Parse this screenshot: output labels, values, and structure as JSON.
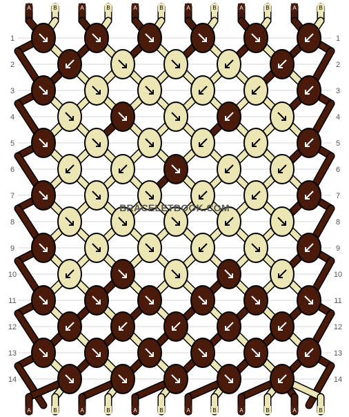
{
  "watermark": "BRACELETBOOK.COM",
  "colors": {
    "A": "#4a1a0a",
    "B": "#ece6b4",
    "grid": "#d4d4d4",
    "text": "#555555"
  },
  "top_labels": [
    "A",
    "B",
    "A",
    "B",
    "A",
    "B",
    "A",
    "B",
    "A",
    "B",
    "A",
    "B"
  ],
  "bottom_labels": [
    "A",
    "B",
    "A",
    "B",
    "A",
    "B",
    "A",
    "B",
    "A",
    "B",
    "A",
    "B"
  ],
  "row_labels": [
    "1",
    "2",
    "3",
    "4",
    "5",
    "6",
    "7",
    "8",
    "9",
    "10",
    "11",
    "12",
    "13",
    "14"
  ],
  "knots": [
    [
      {
        "c": "A",
        "d": "br"
      },
      {
        "c": "A",
        "d": "br"
      },
      {
        "c": "A",
        "d": "br"
      },
      {
        "c": "A",
        "d": "br"
      },
      {
        "c": "A",
        "d": "br"
      },
      {
        "c": "A",
        "d": "bl"
      }
    ],
    [
      {
        "c": "A",
        "d": "bl"
      },
      {
        "c": "B",
        "d": "br"
      },
      {
        "c": "B",
        "d": "br"
      },
      {
        "c": "B",
        "d": "bl"
      },
      {
        "c": "A",
        "d": "bl"
      }
    ],
    [
      {
        "c": "A",
        "d": "br"
      },
      {
        "c": "B",
        "d": "br"
      },
      {
        "c": "B",
        "d": "br"
      },
      {
        "c": "B",
        "d": "bl"
      },
      {
        "c": "B",
        "d": "bl"
      },
      {
        "c": "A",
        "d": "bl"
      }
    ],
    [
      {
        "c": "B",
        "d": "br"
      },
      {
        "c": "A",
        "d": "br"
      },
      {
        "c": "B",
        "d": "br"
      },
      {
        "c": "A",
        "d": "bl"
      },
      {
        "c": "B",
        "d": "br"
      }
    ],
    [
      {
        "c": "A",
        "d": "br"
      },
      {
        "c": "B",
        "d": "br"
      },
      {
        "c": "B",
        "d": "br"
      },
      {
        "c": "B",
        "d": "bl"
      },
      {
        "c": "B",
        "d": "bl"
      },
      {
        "c": "A",
        "d": "bl"
      }
    ],
    [
      {
        "c": "B",
        "d": "bl"
      },
      {
        "c": "B",
        "d": "bl"
      },
      {
        "c": "A",
        "d": "br"
      },
      {
        "c": "B",
        "d": "bl"
      },
      {
        "c": "B",
        "d": "bl"
      }
    ],
    [
      {
        "c": "A",
        "d": "br"
      },
      {
        "c": "B",
        "d": "br"
      },
      {
        "c": "B",
        "d": "br"
      },
      {
        "c": "B",
        "d": "bl"
      },
      {
        "c": "B",
        "d": "bl"
      },
      {
        "c": "A",
        "d": "bl"
      }
    ],
    [
      {
        "c": "B",
        "d": "br"
      },
      {
        "c": "B",
        "d": "br"
      },
      {
        "c": "B",
        "d": "br"
      },
      {
        "c": "B",
        "d": "bl"
      },
      {
        "c": "B",
        "d": "br"
      }
    ],
    [
      {
        "c": "A",
        "d": "br"
      },
      {
        "c": "B",
        "d": "br"
      },
      {
        "c": "B",
        "d": "br"
      },
      {
        "c": "B",
        "d": "bl"
      },
      {
        "c": "B",
        "d": "br"
      },
      {
        "c": "A",
        "d": "bl"
      }
    ],
    [
      {
        "c": "B",
        "d": "bl"
      },
      {
        "c": "A",
        "d": "br"
      },
      {
        "c": "B",
        "d": "br"
      },
      {
        "c": "A",
        "d": "br"
      },
      {
        "c": "B",
        "d": "bl"
      }
    ],
    [
      {
        "c": "A",
        "d": "br"
      },
      {
        "c": "A",
        "d": "br"
      },
      {
        "c": "A",
        "d": "br"
      },
      {
        "c": "A",
        "d": "br"
      },
      {
        "c": "A",
        "d": "br"
      },
      {
        "c": "A",
        "d": "br"
      }
    ],
    [
      {
        "c": "A",
        "d": "bl"
      },
      {
        "c": "A",
        "d": "bl"
      },
      {
        "c": "A",
        "d": "bl"
      },
      {
        "c": "A",
        "d": "bl"
      },
      {
        "c": "A",
        "d": "bl"
      }
    ],
    [
      {
        "c": "A",
        "d": "br"
      },
      {
        "c": "A",
        "d": "br"
      },
      {
        "c": "A",
        "d": "br"
      },
      {
        "c": "A",
        "d": "br"
      },
      {
        "c": "A",
        "d": "br"
      },
      {
        "c": "A",
        "d": "bl"
      }
    ],
    [
      {
        "c": "A",
        "d": "br"
      },
      {
        "c": "A",
        "d": "br"
      },
      {
        "c": "A",
        "d": "br"
      },
      {
        "c": "A",
        "d": "br"
      },
      {
        "c": "A",
        "d": "bl"
      }
    ]
  ]
}
